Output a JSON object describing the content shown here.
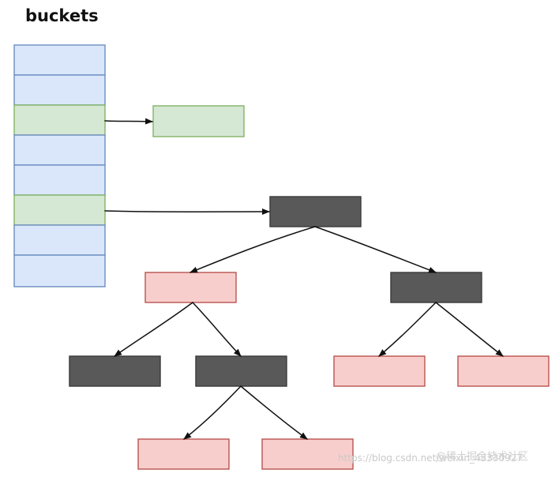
{
  "title": "buckets",
  "watermark": {
    "url": "https://blog.csdn.net/weixin_43330927",
    "label": "@稀土掘金技术社区"
  },
  "colors": {
    "bucket_fill": "#dae7fb",
    "bucket_stroke": "#6c8ebf",
    "hit_fill": "#d5e8d4",
    "hit_stroke": "#82b366",
    "red_fill": "#f8cecc",
    "red_stroke": "#b85450",
    "black_fill": "#595959",
    "black_stroke": "#3a3a3a",
    "arrow": "#111111"
  },
  "buckets": {
    "count": 8,
    "occupied_slots": [
      2,
      5
    ]
  },
  "list_node": {
    "color": "green"
  },
  "tree": {
    "root": {
      "color": "black"
    },
    "left": {
      "color": "red"
    },
    "right": {
      "color": "black"
    },
    "left_left": {
      "color": "black"
    },
    "left_right": {
      "color": "black"
    },
    "right_left": {
      "color": "red"
    },
    "right_right": {
      "color": "red"
    },
    "left_right_left": {
      "color": "red"
    },
    "left_right_right": {
      "color": "red"
    }
  }
}
